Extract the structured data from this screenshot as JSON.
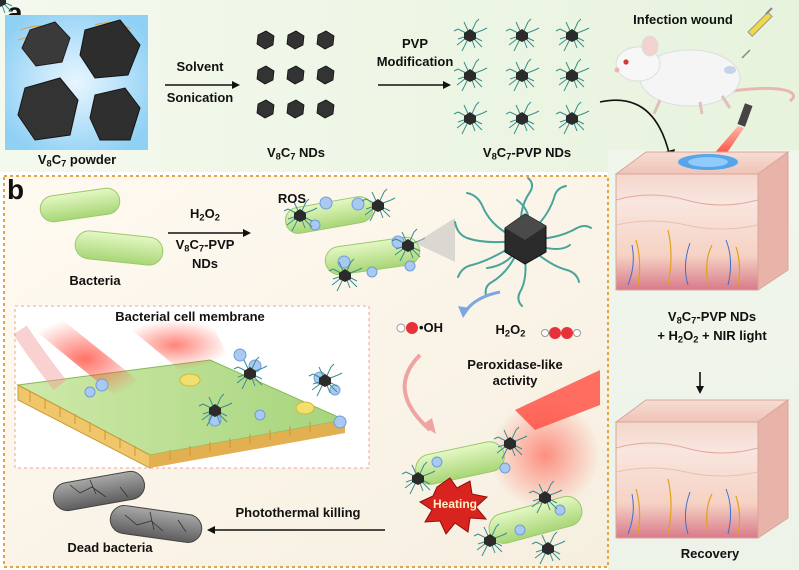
{
  "panel_a": {
    "letter": "a",
    "powder_label": {
      "pre": "V",
      "s1": "8",
      "mid": "C",
      "s2": "7",
      "post": " powder"
    },
    "step1": {
      "line1": "Solvent",
      "line2": "Sonication"
    },
    "nds_label": {
      "pre": "V",
      "s1": "8",
      "mid": "C",
      "s2": "7",
      "post": " NDs"
    },
    "step2": {
      "line1": "PVP",
      "line2": "Modification"
    },
    "pvp_label": {
      "pre": "V",
      "s1": "8",
      "mid": "C",
      "s2": "7",
      "post": "-PVP NDs"
    },
    "wound_label": "Infection wound"
  },
  "right_column": {
    "treatment": {
      "line1": {
        "pre": "V",
        "s1": "8",
        "mid": "C",
        "s2": "7",
        "post": "-PVP NDs"
      },
      "line2": {
        "pre": "+ H",
        "s1": "2",
        "mid": "O",
        "s2": "2",
        "post": " + NIR light"
      }
    },
    "recovery_label": "Recovery"
  },
  "panel_b": {
    "letter": "b",
    "bacteria_label": "Bacteria",
    "reagent1": {
      "pre": "H",
      "s1": "2",
      "mid": "O",
      "s2": "2"
    },
    "reagent2": {
      "pre": "V",
      "s1": "8",
      "mid": "C",
      "s2": "7",
      "post": "-PVP"
    },
    "reagent3": "NDs",
    "ros_label": "ROS",
    "membrane_label": "Bacterial cell membrane",
    "oh_label": "•OH",
    "h2o2": {
      "pre": "H",
      "s1": "2",
      "mid": "O",
      "s2": "2"
    },
    "activity": {
      "line1": "Peroxidase-like",
      "line2": "activity"
    },
    "heating_label": "Heating",
    "killing_label": "Photothermal killing",
    "dead_label": "Dead bacteria"
  },
  "colors": {
    "panel_a_bg": "#eef6e6",
    "panel_b_border": "#e0a44a",
    "bacteria_green": "#c9ec9a",
    "ros_blue": "#8fb8e8",
    "laser_red": "#e8322a",
    "skin_pink": "#f3c9c0"
  }
}
